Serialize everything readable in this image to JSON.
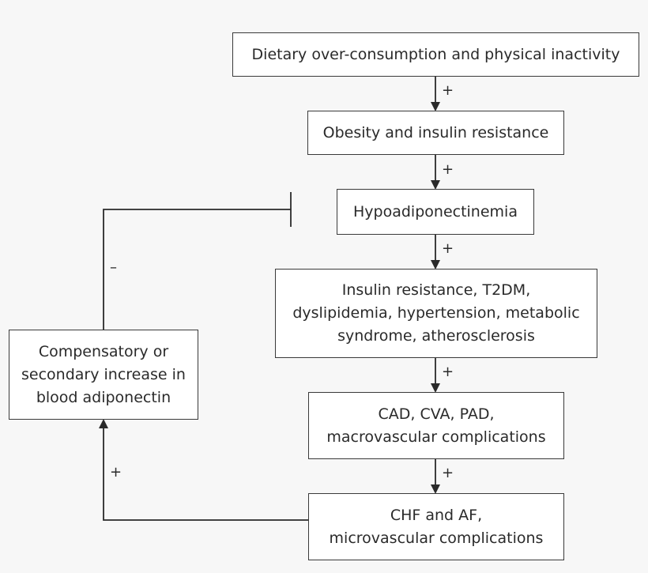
{
  "nodes": {
    "diet": "Dietary over-consumption and physical inactivity",
    "obesity": "Obesity and insulin resistance",
    "hypo": "Hypoadiponectinemia",
    "metabolic": "Insulin resistance, T2DM,\ndyslipidemia, hypertension, metabolic\nsyndrome, atherosclerosis",
    "cad": "CAD, CVA, PAD,\nmacrovascular complications",
    "chf": "CHF and AF,\nmicrovascular complications",
    "compensatory": "Compensatory or\nsecondary increase in\nblood adiponectin"
  },
  "signs": {
    "diet_to_obesity": "+",
    "obesity_to_hypo": "+",
    "hypo_to_metabolic": "+",
    "metabolic_to_cad": "+",
    "cad_to_chf": "+",
    "chf_to_compensatory": "+",
    "compensatory_inhibits_hypo": "–"
  }
}
